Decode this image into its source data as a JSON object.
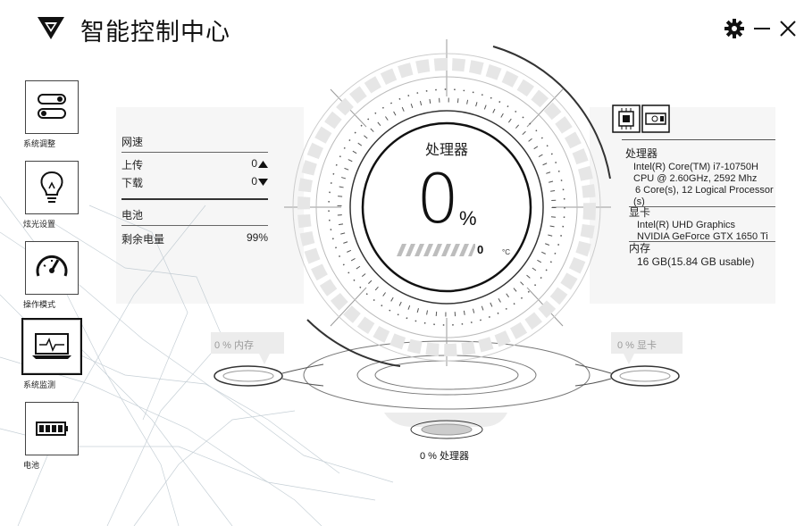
{
  "app": {
    "title": "智能控制中心"
  },
  "sidebar": {
    "items": [
      {
        "label": "系统调整",
        "icon": "toggle-switches-icon",
        "active": false
      },
      {
        "label": "炫光设置",
        "icon": "lightbulb-icon",
        "active": false
      },
      {
        "label": "操作模式",
        "icon": "speedometer-icon",
        "active": false
      },
      {
        "label": "系统监测",
        "icon": "laptop-monitor-icon",
        "active": true
      },
      {
        "label": "电池",
        "icon": "battery-icon",
        "active": false
      }
    ]
  },
  "network": {
    "title": "网速",
    "upload_label": "上传",
    "upload_value": "0",
    "download_label": "下载",
    "download_value": "0"
  },
  "battery": {
    "title": "电池",
    "remaining_label": "剩余电量",
    "remaining_value": "99%"
  },
  "gauge": {
    "title": "处理器",
    "value": "0",
    "unit": "%",
    "temperature": "0",
    "temperature_unit": "°C",
    "temperature_bar": 0
  },
  "system_info": {
    "cpu_title": "处理器",
    "cpu_line1": "Intel(R) Core(TM) i7-10750H",
    "cpu_line2": "CPU @ 2.60GHz, 2592 Mhz",
    "cpu_line3": "6 Core(s), 12 Logical Processor",
    "cpu_line4": "(s)",
    "gpu_title": "显卡",
    "gpu_line1": "Intel(R) UHD Graphics",
    "gpu_line2": "NVIDIA GeForce GTX 1650 Ti",
    "mem_title": "内存",
    "mem_line1": "16 GB(15.84 GB usable)"
  },
  "bubbles": {
    "memory_label": "0 % 内存",
    "gpu_label": "0 % 显卡",
    "cpu_label": "0 % 处理器"
  },
  "colors": {
    "accent": "#111111",
    "ring": "#e6e6e6",
    "muted": "#9a9a9a"
  }
}
